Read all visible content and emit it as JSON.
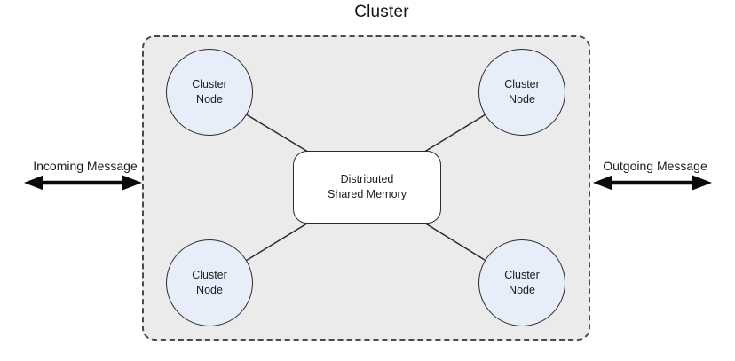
{
  "diagram": {
    "title": "Cluster",
    "nodes": [
      {
        "id": "top-left",
        "label": "Cluster\nNode"
      },
      {
        "id": "top-right",
        "label": "Cluster\nNode"
      },
      {
        "id": "bottom-left",
        "label": "Cluster\nNode"
      },
      {
        "id": "bottom-right",
        "label": "Cluster\nNode"
      }
    ],
    "center_box": {
      "label": "Distributed\nShared Memory"
    },
    "messages": {
      "incoming": "Incoming Message",
      "outgoing": "Outgoing Message"
    },
    "colors": {
      "container_background": "#ebebeb",
      "container_border": "#4a4a4a",
      "node_fill": "#e7eef9",
      "node_border": "#2b2b2b",
      "memory_box_fill": "#ffffff",
      "connector_line": "#2b2b2b",
      "arrow": "#0a0a0a",
      "text": "#1c1c1c"
    }
  }
}
